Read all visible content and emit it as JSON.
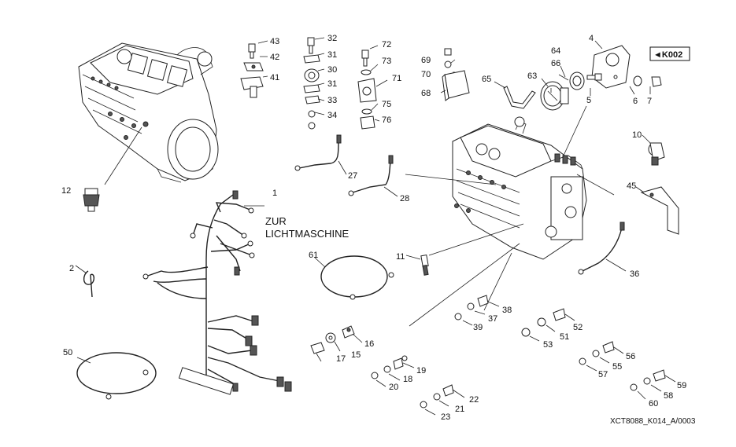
{
  "reference_box": "◄K002",
  "harness_note_line1": "ZUR",
  "harness_note_line2": "LICHTMASCHINE",
  "drawing_code": "XCT8088_K014_A/0003",
  "callouts": {
    "c1": "1",
    "c2": "2",
    "c4": "4",
    "c5": "5",
    "c6": "6",
    "c7": "7",
    "c10": "10",
    "c11": "11",
    "c12": "12",
    "c15": "15",
    "c16": "16",
    "c17": "17",
    "c18": "18",
    "c19": "19",
    "c20": "20",
    "c21": "21",
    "c22": "22",
    "c23": "23",
    "c27": "27",
    "c28": "28",
    "c30": "30",
    "c31a": "31",
    "c31b": "31",
    "c32": "32",
    "c33": "33",
    "c34": "34",
    "c36": "36",
    "c37": "37",
    "c38": "38",
    "c39": "39",
    "c41": "41",
    "c42": "42",
    "c43": "43",
    "c45": "45",
    "c50": "50",
    "c51": "51",
    "c52": "52",
    "c53": "53",
    "c55": "55",
    "c56": "56",
    "c57": "57",
    "c58": "58",
    "c59": "59",
    "c60": "60",
    "c61": "61",
    "c63": "63",
    "c64": "64",
    "c65": "65",
    "c66": "66",
    "c68": "68",
    "c69": "69",
    "c70": "70",
    "c71": "71",
    "c72": "72",
    "c73": "73",
    "c75": "75",
    "c76": "76"
  }
}
